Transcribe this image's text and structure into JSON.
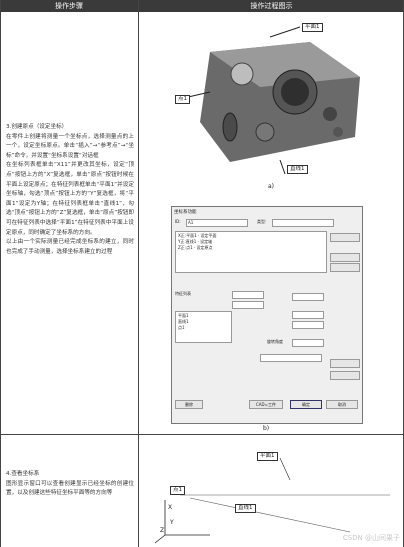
{
  "header": {
    "col1": "操作步骤",
    "col2": "操作过程图示"
  },
  "step3": {
    "title": "3.创建原点（设定坐标）",
    "para1": "在零件上创建将测量一个坐标点，选择测量点的上一个，设定坐标原点。单击“插入”→“参考点”→“坐标”命令，并设置“坐标系设置”对话框",
    "para2": "在坐标列表框单击“X11”并更改其坐标，设定“顶点”按钮上方的“X”复选框，单击“原点”按钮时候在平面上设定原点；在特征列表框单击“平面1”并设定坐标轴，勾选“顶点”按钮上方的“Y”复选框，将“平面1”设定为Y轴；在特征列表框单击“直线1”，勾选“顶点”按钮上方的“Z”复选框，单击“原点”按钮即可在特征列表中选择“平面1”在特征列表中平面上设定原点，同时确定了坐标系的方向。",
    "para3": "以上由一个实际测量已经完成坐标系的建立，同时也完成了手动测量，选择坐标系建立的过程"
  },
  "step4": {
    "title": "4.查看坐标系",
    "para": "图形显示窗口可以查看创建显示已经坐标的创建位置，以及创建这些特征坐标平面等的方向等"
  },
  "labels": {
    "plane1": "平面1",
    "point1": "点1",
    "line1": "直线1",
    "cap_a": "a)",
    "cap_b": "b)"
  },
  "dialog": {
    "title": "坐标系功能",
    "id_label": "ID:",
    "id_value": "A1",
    "type_label": "类型:",
    "list_lines": [
      "X正:平面1 · 设定平面",
      "Y正:直线1 · 设定轴",
      "Z正:点1 · 设定原点"
    ],
    "features_label": "特征列表",
    "features": [
      "平面1",
      "直线1",
      "点1"
    ],
    "rotate_label": "旋转角度",
    "ok": "确定",
    "cancel": "取消",
    "delete": "删除",
    "work": "CAD=工件"
  },
  "axes": {
    "x": "X",
    "y": "Y",
    "z": "Z"
  },
  "watermark": "CSDN @山间果子"
}
